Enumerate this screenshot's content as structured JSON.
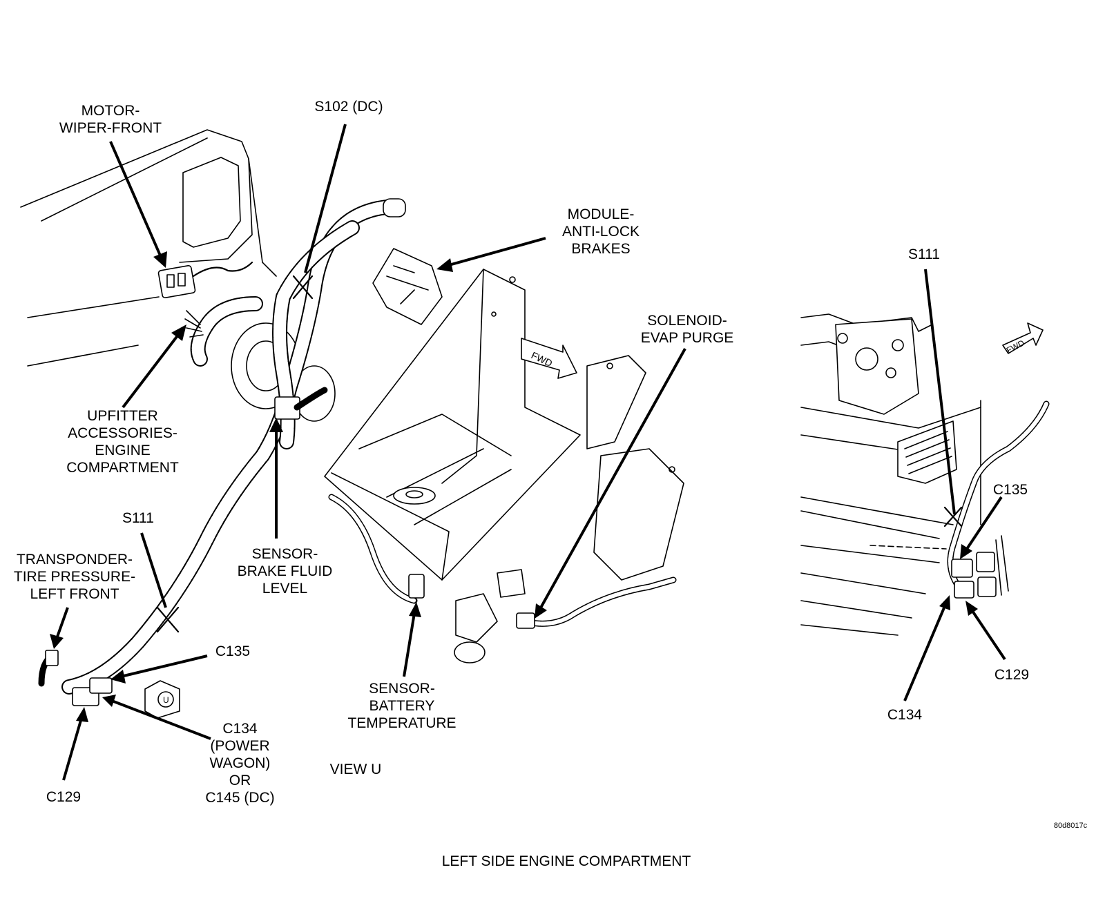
{
  "labels": {
    "motor_wiper": [
      "MOTOR-",
      "WIPER-FRONT"
    ],
    "s102": "S102 (DC)",
    "module_abs": [
      "MODULE-",
      "ANTI-LOCK",
      "BRAKES"
    ],
    "solenoid": [
      "SOLENOID-",
      "EVAP PURGE"
    ],
    "upfitter": [
      "UPFITTER",
      "ACCESSORIES-",
      "ENGINE",
      "COMPARTMENT"
    ],
    "s111_left": "S111",
    "transponder": [
      "TRANSPONDER-",
      "TIRE PRESSURE-",
      "LEFT FRONT"
    ],
    "sensor_brake": [
      "SENSOR-",
      "BRAKE FLUID",
      "LEVEL"
    ],
    "c135_left": "C135",
    "c134_left": [
      "C134",
      "(POWER",
      "WAGON)",
      "OR",
      "C145 (DC)"
    ],
    "c129_left": "C129",
    "sensor_battery": [
      "SENSOR-",
      "BATTERY",
      "TEMPERATURE"
    ],
    "view_u": "VIEW U",
    "s111_right": "S111",
    "c135_right": "C135",
    "c129_right": "C129",
    "c134_right": "C134",
    "fwd_left": "FWD",
    "fwd_right": "FWD",
    "view_u_marker": "U",
    "figure_code": "80d8017c",
    "caption": "LEFT SIDE ENGINE COMPARTMENT"
  }
}
